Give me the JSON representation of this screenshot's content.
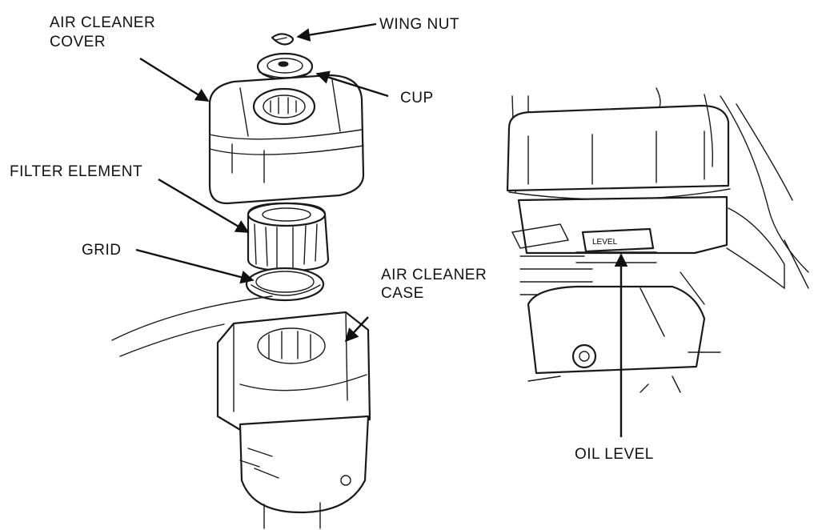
{
  "labels": {
    "air_cleaner_cover_1": "AIR CLEANER",
    "air_cleaner_cover_2": "COVER",
    "wing_nut": "WING NUT",
    "cup": "CUP",
    "filter_element": "FILTER ELEMENT",
    "grid": "GRID",
    "air_cleaner_case_1": "AIR CLEANER",
    "air_cleaner_case_2": "CASE",
    "oil_level": "OIL LEVEL",
    "dipstick_text": "LEVEL"
  }
}
